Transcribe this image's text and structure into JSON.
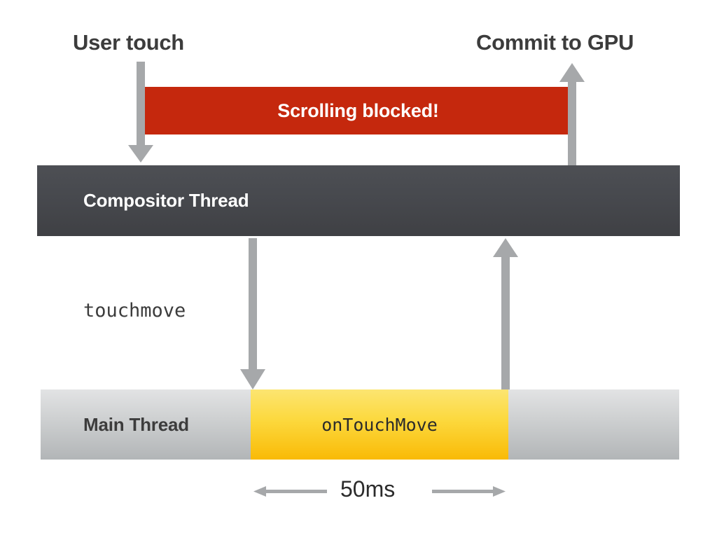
{
  "diagram": {
    "title": "Scroll blocking by touchmove handler timeline",
    "background_color": "#ffffff",
    "colors": {
      "blocked_red": "#c5280d",
      "compositor_dark": "#47494e",
      "main_thread_gray": "#cfd1d2",
      "task_yellow": "#fcd83c",
      "arrow_gray": "#a6a8aa",
      "text_dark": "#3c3c3c",
      "text_light": "#ffffff"
    },
    "labels": {
      "user_touch": "User touch",
      "commit_to_gpu": "Commit to GPU",
      "blocked_banner": "Scrolling blocked!",
      "compositor_thread": "Compositor Thread",
      "main_thread": "Main Thread",
      "task_block": "onTouchMove",
      "event_name": "touchmove",
      "duration": "50ms"
    },
    "arrows": {
      "user_touch_down": "down-arrow",
      "commit_gpu_up": "up-arrow",
      "dispatch_down": "down-arrow",
      "return_up": "up-arrow",
      "duration_left": "left-arrowhead",
      "duration_right": "right-arrowhead"
    }
  }
}
